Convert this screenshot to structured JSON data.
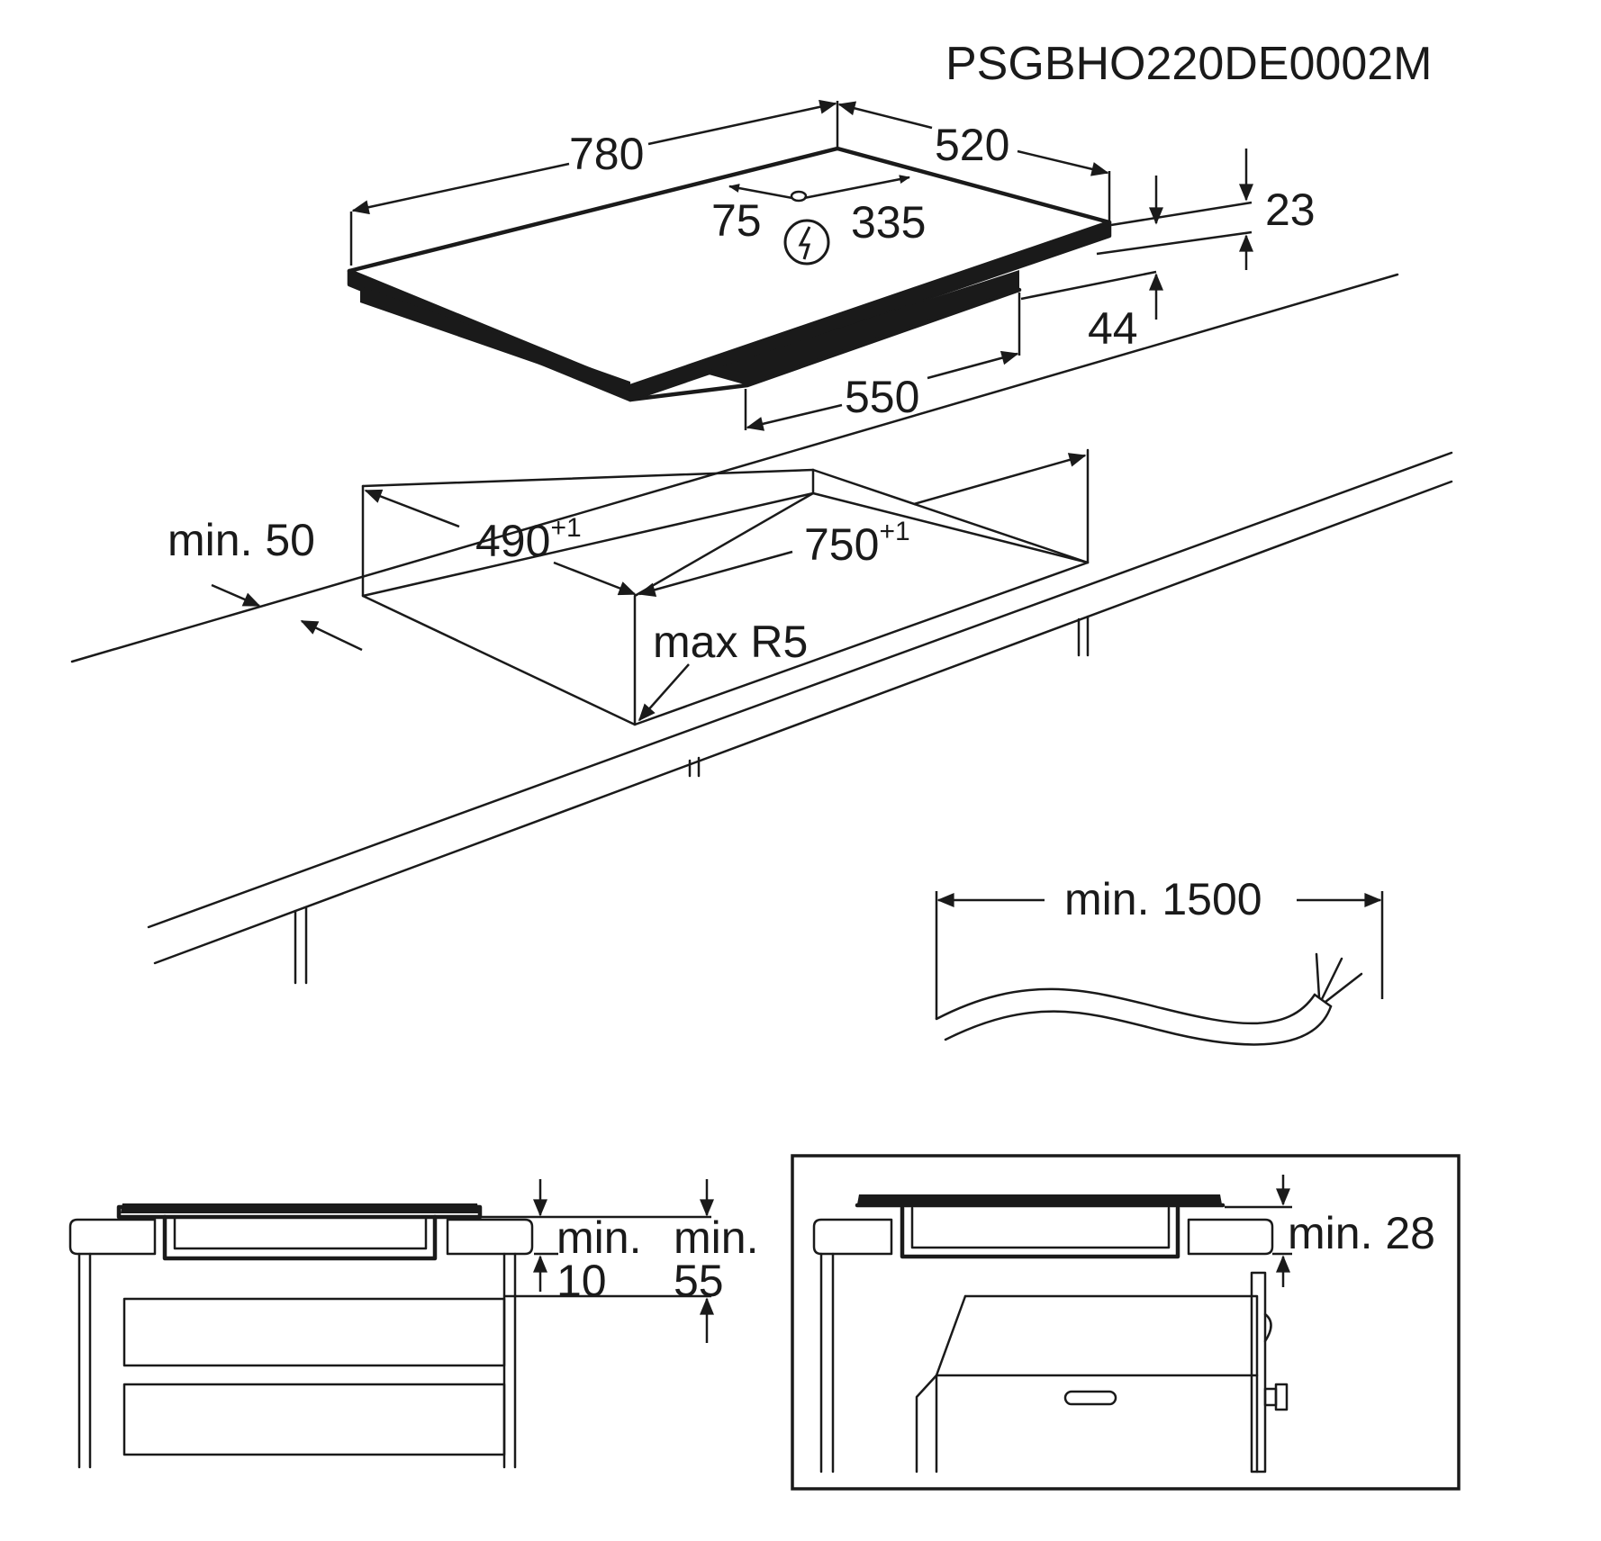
{
  "drawing_code": "PSGBHO220DE0002M",
  "hob": {
    "width": "780",
    "depth": "520",
    "terminal_offset_left": "75",
    "terminal_offset_right": "335",
    "glass_thickness": "23",
    "body_height": "44",
    "body_width": "550"
  },
  "cutout": {
    "depth": "490",
    "depth_tolerance": "+1",
    "width": "750",
    "width_tolerance": "+1",
    "min_front_distance": "min. 50",
    "corner_radius": "max R5"
  },
  "cable": {
    "min_length": "min. 1500"
  },
  "drawer_installation": {
    "min_gap_label": "min.",
    "min_gap_value": "10",
    "min_height_label": "min.",
    "min_height_value": "55"
  },
  "oven_installation": {
    "min_clearance": "min. 28"
  }
}
